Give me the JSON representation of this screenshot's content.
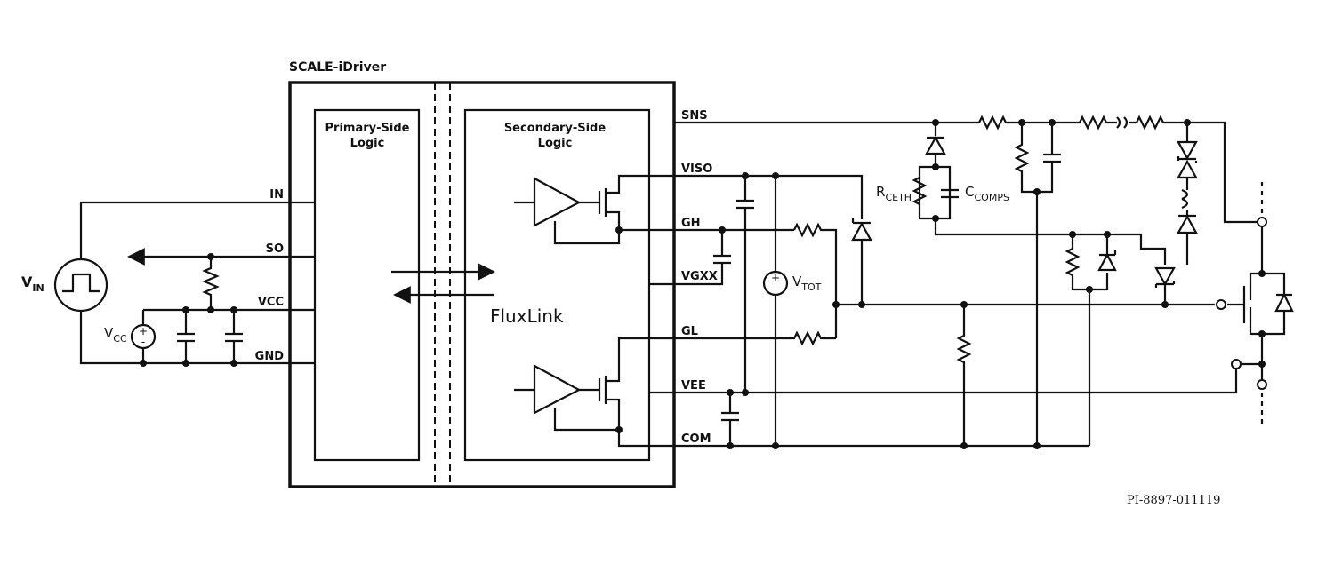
{
  "title": "SCALE-iDriver",
  "blocks": {
    "primary": [
      "Primary-Side",
      "Logic"
    ],
    "secondary": [
      "Secondary-Side",
      "Logic"
    ],
    "fluxlink": "FluxLink"
  },
  "pins_left": {
    "in": "IN",
    "so": "SO",
    "vcc": "VCC",
    "gnd": "GND"
  },
  "pins_right": {
    "sns": "SNS",
    "viso": "VISO",
    "gh": "GH",
    "vgxx": "VGXX",
    "gl": "GL",
    "vee": "VEE",
    "com": "COM"
  },
  "sources": {
    "vin": {
      "main": "V",
      "sub": "IN"
    },
    "vcc": {
      "main": "V",
      "sub": "CC"
    },
    "vtot": {
      "main": "V",
      "sub": "TOT"
    }
  },
  "components": {
    "rceth": {
      "main": "R",
      "sub": "CETH"
    },
    "ccomps": {
      "main": "C",
      "sub": "COMPS"
    }
  },
  "code": "PI-8897-011119"
}
